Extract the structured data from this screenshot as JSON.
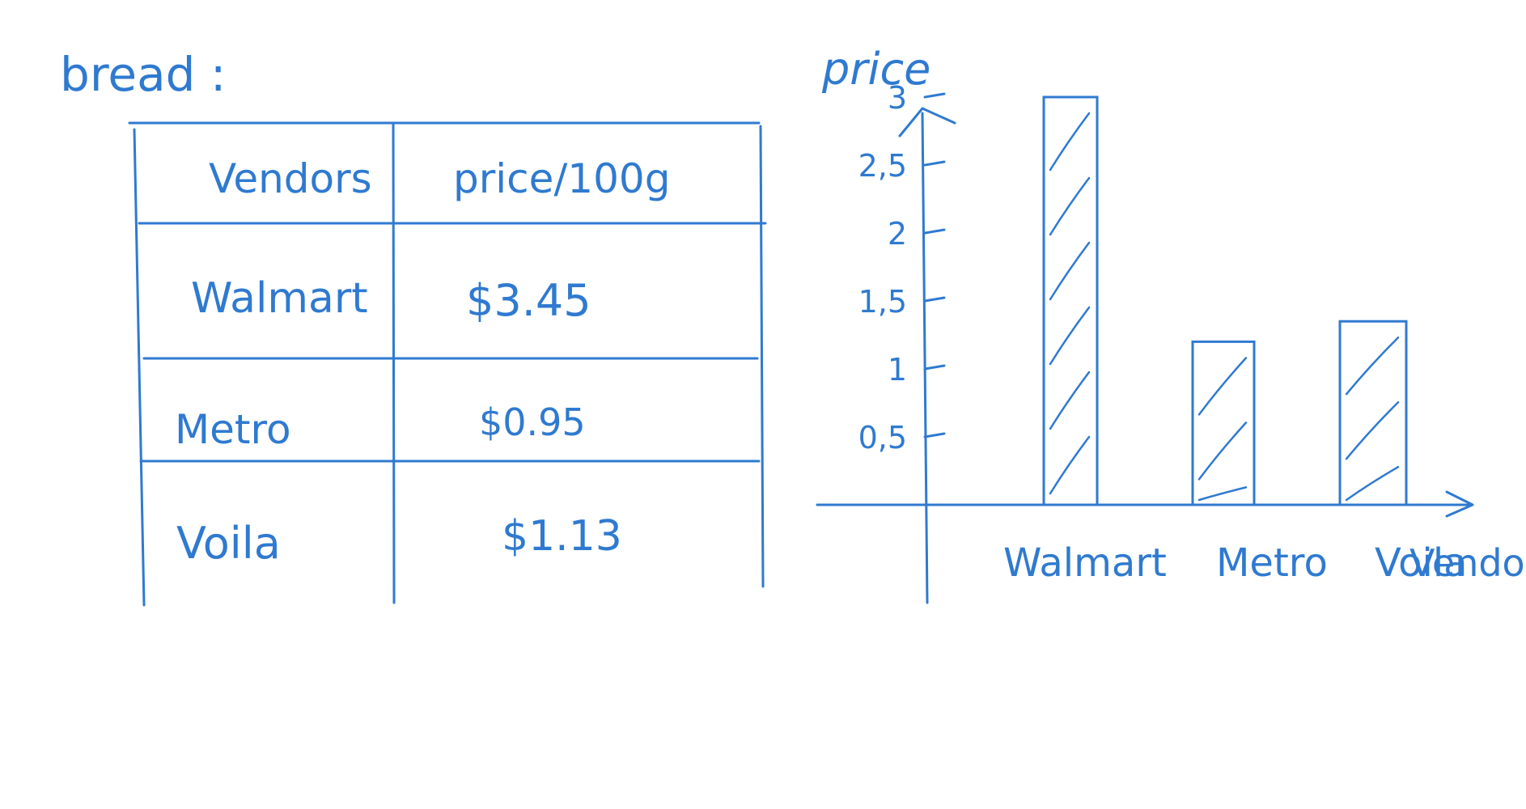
{
  "page": {
    "title": "bread :",
    "ink_color": "#2f7ad0",
    "background": "#ffffff"
  },
  "table": {
    "headers": [
      "Vendors",
      "price/100g"
    ],
    "rows": [
      [
        "Walmart",
        "$3.45"
      ],
      [
        "Metro",
        "$0.95"
      ],
      [
        "Voila",
        "$1.13"
      ]
    ]
  },
  "chart_data": {
    "type": "bar",
    "title": "",
    "ylabel": "price",
    "xlabel": "Vendors",
    "categories": [
      "Walmart",
      "Metro",
      "Voila"
    ],
    "values": [
      3,
      1.2,
      1.35
    ],
    "yticks": [
      "0,5",
      "1",
      "1,5",
      "2",
      "2,5",
      "3"
    ],
    "ylim": [
      0,
      3
    ],
    "grid": false,
    "bar_fill": "hatched"
  }
}
